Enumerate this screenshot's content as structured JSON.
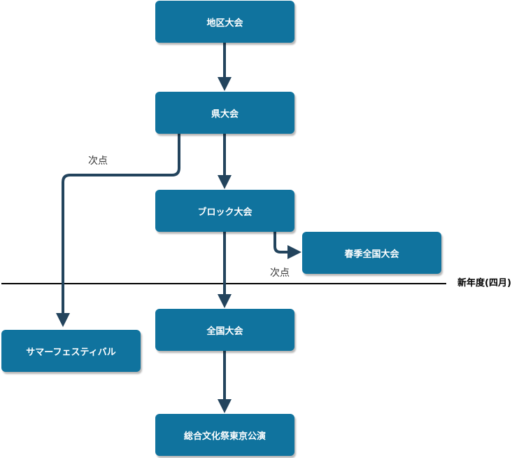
{
  "colors": {
    "node_fill": "#10739e",
    "node_text": "#ffffff",
    "edge": "#23445d",
    "divider": "#000000"
  },
  "nodes": {
    "district": "地区大会",
    "prefecture": "県大会",
    "block": "ブロック大会",
    "spring_national": "春季全国大会",
    "national": "全国大会",
    "summer_festival": "サマーフェスティバル",
    "tokyo_performance": "総合文化祭東京公演"
  },
  "edge_labels": {
    "runner_up_left": "次点",
    "runner_up_right": "次点"
  },
  "divider_label": "新年度(四月)"
}
